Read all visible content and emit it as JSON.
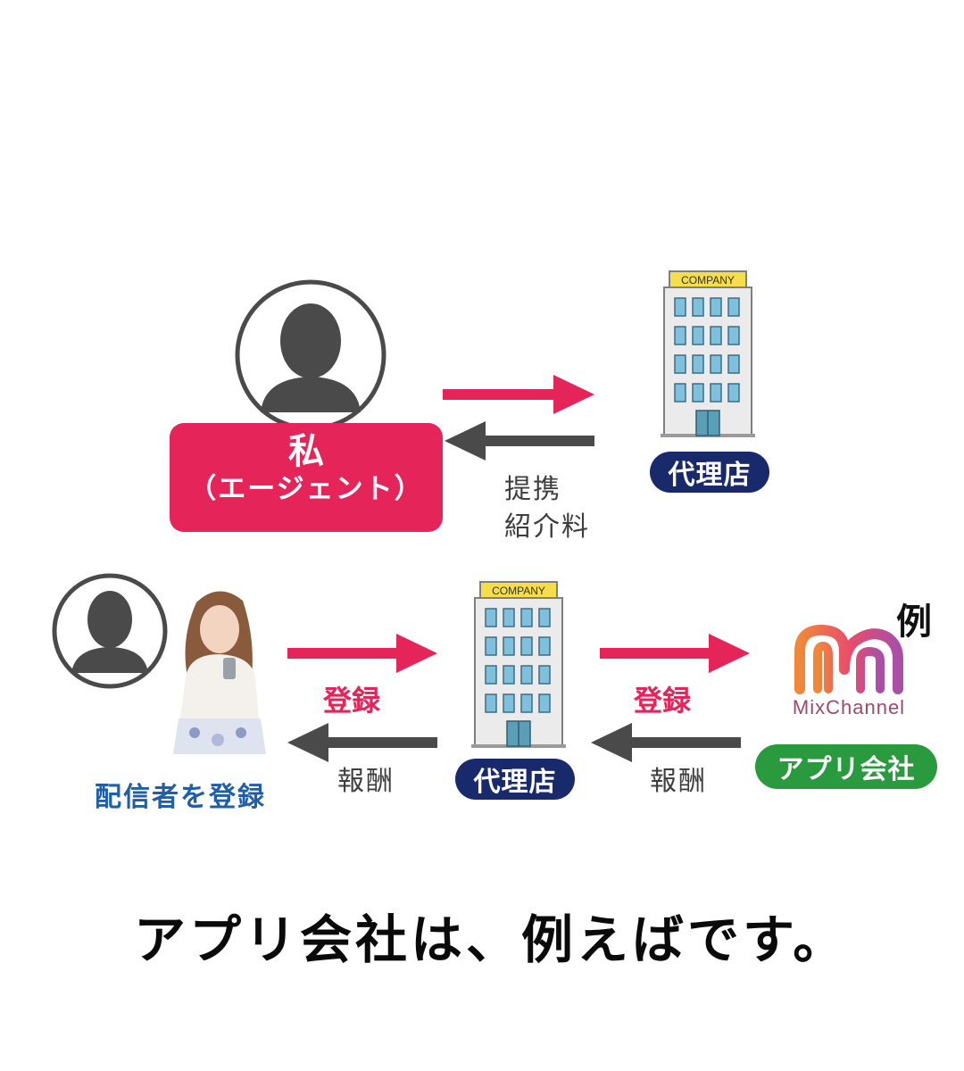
{
  "agent": {
    "title": "私",
    "subtitle": "（エージェント）"
  },
  "top_flow": {
    "return_label_line1": "提携",
    "return_label_line2": "紹介料"
  },
  "agency": {
    "label": "代理店",
    "sign": "COMPANY"
  },
  "bottom_flow": {
    "left_forward_label": "登録",
    "left_return_label": "報酬",
    "right_forward_label": "登録",
    "right_return_label": "報酬"
  },
  "broadcaster": {
    "label": "配信者を登録"
  },
  "app_company": {
    "label": "アプリ会社",
    "logo_text": "MixChannel",
    "example_mark": "例"
  },
  "caption": "アプリ会社は、例えばです。",
  "colors": {
    "accent_pink": "#e5245a",
    "arrow_gray": "#4a4a4a",
    "navy": "#182a6b",
    "green": "#2a9a3f",
    "blue_text": "#1f5ea8"
  }
}
